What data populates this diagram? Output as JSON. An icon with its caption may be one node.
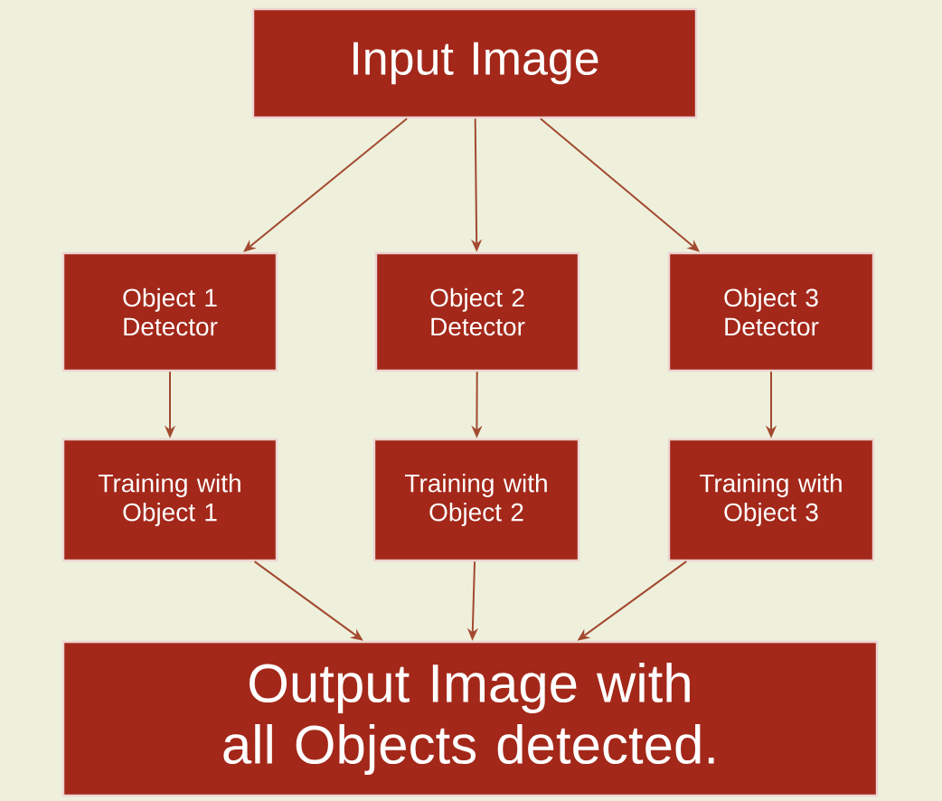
{
  "diagram": {
    "nodes": [
      {
        "text": [
          "Input Image"
        ]
      },
      {
        "text": [
          "Object 1 Detector"
        ]
      },
      {
        "text": [
          "Object 2 Detector"
        ]
      },
      {
        "text": [
          "Object 3 Detector"
        ]
      },
      {
        "text": [
          "Training with Object 1"
        ]
      },
      {
        "text": [
          "Training with Object 2"
        ]
      },
      {
        "text": [
          "Training with Object 3"
        ]
      },
      {
        "text": [
          "Output Image with all Objects detected."
        ]
      }
    ],
    "edges": [
      {
        "from": 0,
        "to": 1,
        "arrow": "to"
      },
      {
        "from": 0,
        "to": 2,
        "arrow": "to"
      },
      {
        "from": 0,
        "to": 3,
        "arrow": "to"
      },
      {
        "from": 1,
        "to": 4,
        "arrow": "to"
      },
      {
        "from": 2,
        "to": 5,
        "arrow": "to"
      },
      {
        "from": 3,
        "to": 6,
        "arrow": "to"
      },
      {
        "from": 4,
        "to": 7,
        "arrow": "to"
      },
      {
        "from": 5,
        "to": 7,
        "arrow": "to"
      },
      {
        "from": 6,
        "to": 7,
        "arrow": "to"
      }
    ]
  }
}
